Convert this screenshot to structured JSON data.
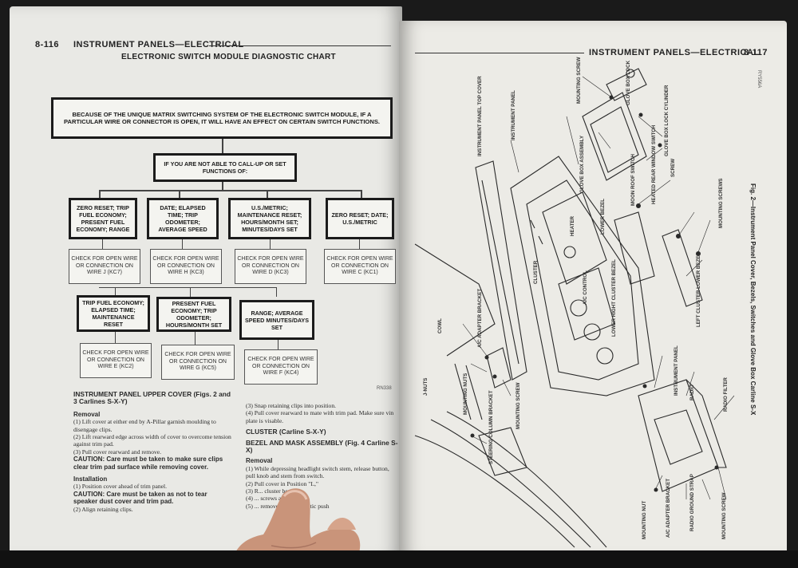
{
  "left_page": {
    "page_number": "8-116",
    "section": "INSTRUMENT PANELS—ELECTRICAL",
    "chart_title": "ELECTRONIC SWITCH MODULE DIAGNOSTIC CHART",
    "top_box": "BECAUSE OF THE UNIQUE MATRIX SWITCHING SYSTEM OF THE ELECTRONIC SWITCH MODULE, IF A PARTICULAR WIRE OR CONNECTOR IS OPEN, IT WILL HAVE AN EFFECT ON CERTAIN SWITCH FUNCTIONS.",
    "decision_box": "IF YOU ARE NOT ABLE TO CALL-UP OR SET FUNCTIONS OF:",
    "row1": [
      {
        "function": "ZERO RESET; TRIP FUEL ECONOMY; PRESENT FUEL ECONOMY; RANGE",
        "check": "CHECK FOR OPEN WIRE OR CONNECTION ON WIRE J (KC7)"
      },
      {
        "function": "DATE; ELAPSED TIME; TRIP ODOMETER; AVERAGE SPEED",
        "check": "CHECK FOR OPEN WIRE OR CONNECTION ON WIRE H (KC3)"
      },
      {
        "function": "U.S./METRIC; MAINTENANCE RESET; HOURS/MONTH SET; MINUTES/DAYS SET",
        "check": "CHECK FOR OPEN WIRE OR CONNECTION ON WIRE D (KC3)"
      },
      {
        "function": "ZERO RESET; DATE; U.S./METRIC",
        "check": "CHECK FOR OPEN WIRE OR CONNECTION ON WIRE C (KC1)"
      }
    ],
    "row2": [
      {
        "function": "TRIP FUEL ECONOMY; ELAPSED TIME; MAINTENANCE RESET",
        "check": "CHECK FOR OPEN WIRE OR CONNECTION ON WIRE E (KC2)"
      },
      {
        "function": "PRESENT FUEL ECONOMY; TRIP ODOMETER; HOURS/MONTH SET",
        "check": "CHECK FOR OPEN WIRE OR CONNECTION ON WIRE G (KC5)"
      },
      {
        "function": "RANGE; AVERAGE SPEED MINUTES/DAYS SET",
        "check": "CHECK FOR OPEN WIRE OR CONNECTION ON WIRE F (KC4)"
      }
    ],
    "chart_ref": "RN338",
    "col1": {
      "heading": "INSTRUMENT PANEL UPPER COVER (Figs. 2 and 3 Carlines S-X-Y)",
      "removal_title": "Removal",
      "removal": [
        "(1) Lift cover at either end by A-Pillar garnish moulding to disengage clips.",
        "(2) Lift rearward edge across width of cover to overcome tension against trim pad.",
        "(3) Pull cover rearward and remove.",
        "CAUTION: Care must be taken to make sure clips clear trim pad surface while removing cover."
      ],
      "install_title": "Installation",
      "install": [
        "(1) Position cover ahead of trim panel.",
        "CAUTION: Care must be taken as not to tear speaker dust cover and trim pad.",
        "(2) Align retaining clips."
      ]
    },
    "col2": {
      "intro": [
        "(3) Snap retaining clips into position.",
        "(4) Pull cover rearward to mate with trim pad. Make sure vin plate is visable."
      ],
      "cluster_heading": "CLUSTER (Carline S-X-Y)",
      "bezel_heading": "BEZEL AND MASK ASSEMBLY (Fig. 4 Carline S-X)",
      "removal_title": "Removal",
      "removal": [
        "(1) While depressing headlight switch stem, release button, pull knob and stem from switch.",
        "(2) Pull cover in Position \"L,\"",
        "(3) R... cluster bezel",
        "(4) ... screws and remove",
        "(5) ... remove bezel ... plastic push"
      ]
    }
  },
  "right_page": {
    "page_number": "8-117",
    "section": "INSTRUMENT PANELS—ELECTRICAL",
    "figure_ref": "RY556A",
    "caption": "Fig. 2—Instrument Panel Cover, Bezels, Switches and Glove Box Carline S-X",
    "labels": [
      "INSTRUMENT PANEL TOP COVER",
      "INSTRUMENT PANEL",
      "MOUNTING SCREW",
      "GLOVE BOX LOCK",
      "GLOVE BOX LOCK CYLINDER",
      "SCREW",
      "GLOVE BOX ASSEMBLY",
      "HEATED REAR WINDOW SWITCH",
      "MOUNTING SCREWS",
      "LOWER BEZEL",
      "HEATER",
      "CLUSTER",
      "A/C CONTROL",
      "LOWER RIGHT CLUSTER BEZEL",
      "LEFT CLUSTER LOWER BEZEL",
      "COWL",
      "A/C ADAPTER BRACKET",
      "MOUNTING NUTS",
      "MOUNTING SCREW",
      "STEERING COLUMN BRACKET",
      "J-NUTS",
      "RADIO",
      "RADIO FILTER",
      "RADIO GROUND STRAP",
      "A/C ADAPTER BRACKET",
      "MOUNTING NUT",
      "MOUNTING SCREW",
      "MOON ROOF SWITCH",
      "INSTRUMENT PANEL"
    ]
  }
}
